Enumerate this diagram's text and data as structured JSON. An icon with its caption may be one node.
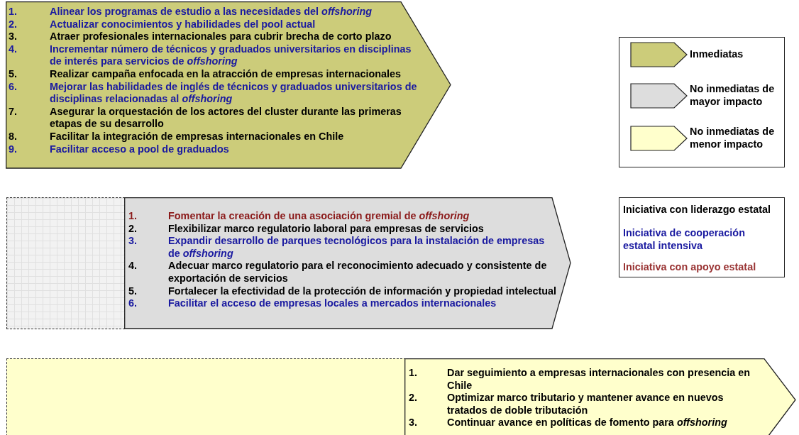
{
  "diagram": {
    "nodes": [
      {
        "text": [],
        "shape": "arrow"
      },
      {
        "text": [
          "1.",
          "Alinear los programas de estudio a las necesidades del *offshoring*"
        ],
        "in": 0
      },
      {
        "text": [
          "2.",
          "Actualizar conocimientos y habilidades del pool actual"
        ],
        "in": 0
      },
      {
        "text": [
          "3.",
          "Atraer profesionales internacionales para cubrir brecha de corto plazo"
        ],
        "in": 0
      },
      {
        "text": [
          "4.",
          "Incrementar número de técnicos y graduados universitarios en disciplinas de interés para servicios de *offshoring*"
        ],
        "in": 0
      },
      {
        "text": [
          "5.",
          "Realizar campaña enfocada en la atracción de empresas internacionales"
        ],
        "in": 0
      },
      {
        "text": [
          "6.",
          "Mejorar las habilidades de inglés de técnicos y graduados universitarios de disciplinas relacionadas al *offshoring*"
        ],
        "in": 0
      },
      {
        "text": [
          "7.",
          "Asegurar la orquestación de los actores del cluster durante las primeras etapas de su desarrollo"
        ],
        "in": 0
      },
      {
        "text": [
          "8.",
          "Facilitar la integración de empresas internacionales en Chile"
        ],
        "in": 0
      },
      {
        "text": [
          "9.",
          "Facilitar acceso a pool de graduados"
        ],
        "in": 0
      },
      {
        "text": [],
        "shape": "box"
      },
      {
        "text": [],
        "shape": "arrow"
      },
      {
        "text": [
          "1.",
          "Fomentar la creación de una asociación gremial de *offshoring*"
        ],
        "in": 11
      },
      {
        "text": [
          "2.",
          "Flexibilizar marco regulatorio laboral para empresas de servicios"
        ],
        "in": 11
      },
      {
        "text": [
          "3.",
          "Expandir desarrollo de parques tecnológicos para la instalación de empresas de *offshoring*"
        ],
        "in": 11
      },
      {
        "text": [
          "4.",
          "Adecuar marco regulatorio para el reconocimiento adecuado y consistente de exportación de servicios"
        ],
        "in": 11
      },
      {
        "text": [
          "5.",
          "Fortalecer la efectividad de la protección de información y propiedad intelectual"
        ],
        "in": 11
      },
      {
        "text": [
          "6.",
          "Facilitar el acceso de empresas locales a mercados internacionales"
        ],
        "in": 11
      },
      {
        "text": [],
        "shape": "box"
      },
      {
        "text": [],
        "shape": "arrow"
      },
      {
        "text": [
          "1.",
          "Dar seguimiento a empresas internacionales con presencia en Chile"
        ],
        "in": 19
      },
      {
        "text": [
          "2.",
          "Optimizar marco tributario y mantener avance en nuevos tratados de doble tributación"
        ],
        "in": 19
      },
      {
        "text": [
          "3.",
          "Continuar avance en políticas de fomento para *offshoring*"
        ],
        "in": 19
      }
    ],
    "legend": [
      {
        "text": "Inmediatas",
        "color": "#cccc7a"
      },
      {
        "text": "No inmediatas de mayor impacto",
        "color": "#dddddd"
      },
      {
        "text": "No inmediatas de menor impacto",
        "color": "#ffffcc"
      },
      {
        "text": "Iniciativa con liderazgo estatal",
        "color": "#000000"
      },
      {
        "text": "Iniciativa de cooperación estatal intensiva",
        "color": "#1a1aa0"
      },
      {
        "text": "Iniciativa con apoyo estatal",
        "color": "#993333"
      }
    ]
  }
}
